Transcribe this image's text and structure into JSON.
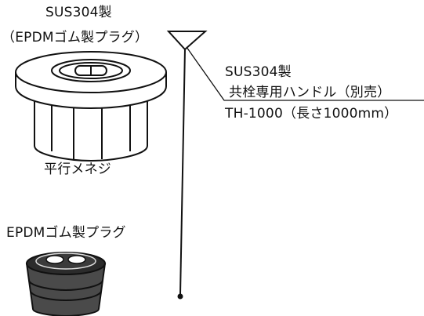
{
  "fitting": {
    "material": "SUS304製",
    "plug": "（EPDMゴム製プラグ）",
    "thread": "平行メネジ"
  },
  "plug_item": {
    "label": "EPDMゴム製プラグ"
  },
  "handle": {
    "material": "SUS304製",
    "name": "共栓専用ハンドル（別売）",
    "model": "TH-1000（長さ1000mm）"
  },
  "colors": {
    "line": "#111111",
    "plug_rubber": "#4a4a4a",
    "plug_dark": "#2b2b2b",
    "fitting_fill": "#ffffff"
  }
}
